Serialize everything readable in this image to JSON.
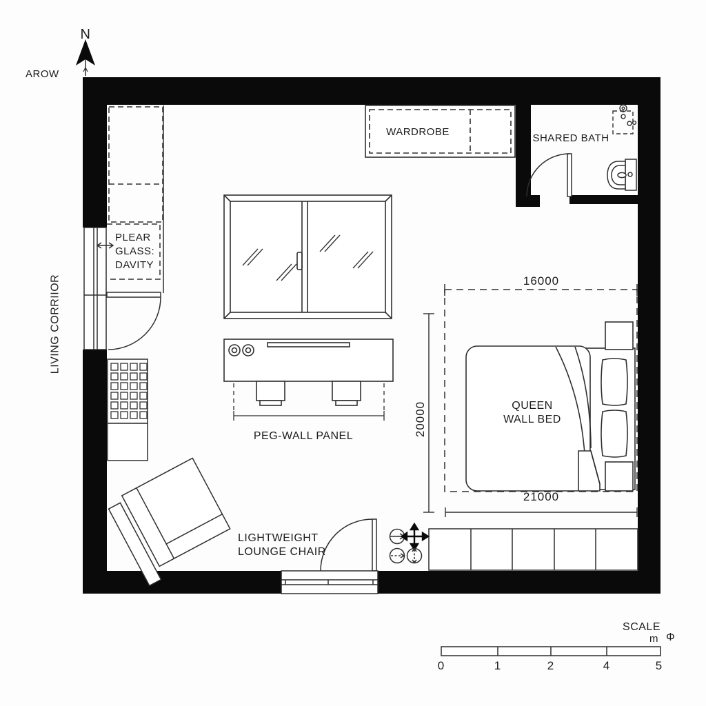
{
  "plan": {
    "compass": {
      "north_letter": "N",
      "caption": "AROW"
    },
    "rooms": {
      "corridor_label": "LIVING CORRIIOR",
      "bath_label": "SHARED BATH"
    },
    "furniture": {
      "wardrobe": "WARDROBE",
      "glass_cavity": [
        "PLEAR",
        "GLASS:",
        "DAVITY"
      ],
      "peg_wall": "PEG-WALL PANEL",
      "lounge_chair": [
        "LIGHTWEIGHT",
        "LOUNGE CHAIR"
      ],
      "bed": [
        "QUEEN",
        "WALL BED"
      ]
    },
    "dimensions": {
      "bed_width": "16000",
      "bed_depth": "20000",
      "bed_clearance": "21000"
    },
    "scale": {
      "title": "SCALE",
      "unit": "m",
      "symbol": "Φ",
      "ticks": [
        "0",
        "1",
        "2",
        "4",
        "5"
      ]
    },
    "colors": {
      "wall": "#0a0a0a",
      "line": "#2e2e2e",
      "text": "#1c1c1c",
      "background": "#fdfdfd"
    }
  }
}
